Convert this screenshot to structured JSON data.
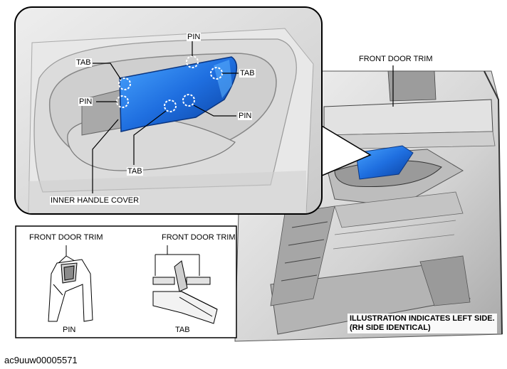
{
  "callout": {
    "pin_top": "PIN",
    "tab_left": "TAB",
    "tab_right": "TAB",
    "pin_left": "PIN",
    "pin_right": "PIN",
    "tab_bottom": "TAB",
    "inner_handle_cover": "INNER HANDLE COVER"
  },
  "door": {
    "front_door_trim": "FRONT DOOR TRIM"
  },
  "detail": {
    "pin_trim_label": "FRONT DOOR TRIM",
    "tab_trim_label": "FRONT DOOR TRIM",
    "pin_caption": "PIN",
    "tab_caption": "TAB"
  },
  "note": {
    "line1": "ILLUSTRATION INDICATES LEFT SIDE.",
    "line2": "(RH SIDE IDENTICAL)"
  },
  "figure_code": "ac9uuw00005571",
  "colors": {
    "cover_blue": "#1f6fe0",
    "panel_gray": "#e6e6e6",
    "outline": "#000000"
  }
}
